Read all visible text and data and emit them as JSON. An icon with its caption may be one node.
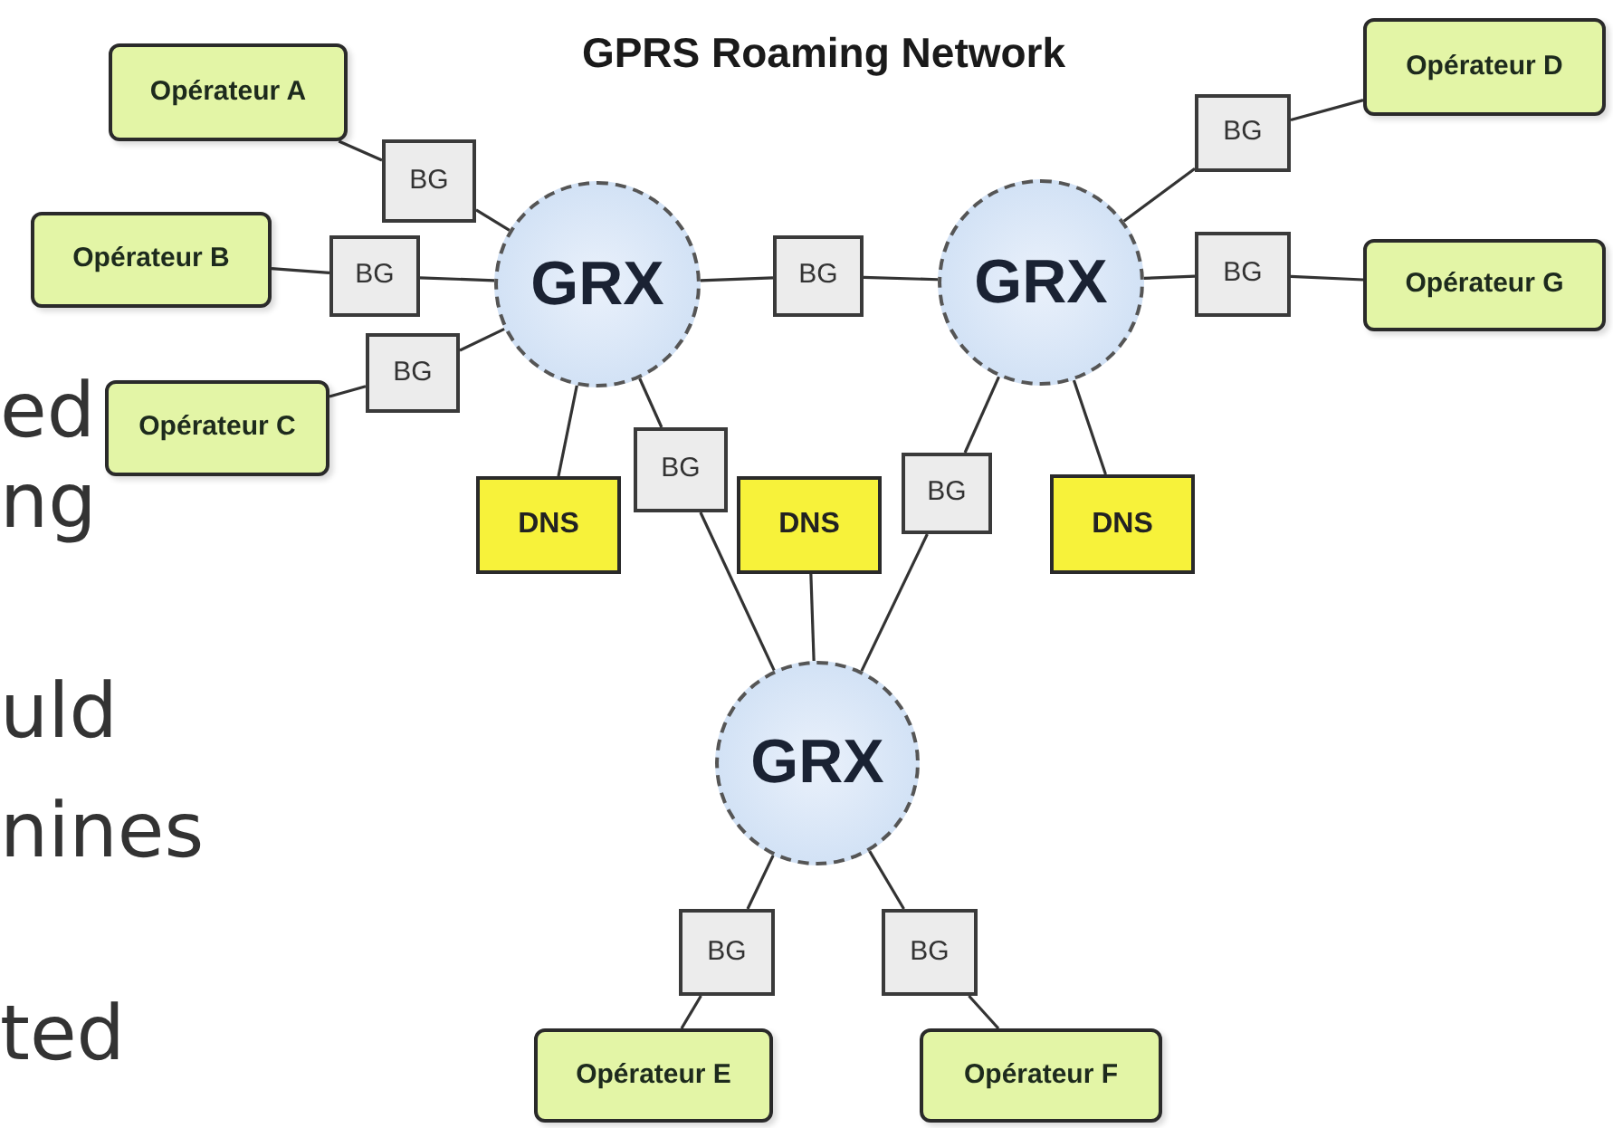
{
  "diagram": {
    "title": "GPRS Roaming Network",
    "nodes": [
      {
        "text": [
          "Opérateur A"
        ]
      },
      {
        "text": [
          "Opérateur D"
        ]
      },
      {
        "text": [
          "BG"
        ]
      },
      {
        "text": [
          "BG"
        ]
      },
      {
        "text": [
          "Opérateur B"
        ]
      },
      {
        "text": [
          "BG"
        ]
      },
      {
        "text": [
          "GRX"
        ]
      },
      {
        "text": [
          "BG"
        ]
      },
      {
        "text": [
          "GRX"
        ]
      },
      {
        "text": [
          "BG"
        ]
      },
      {
        "text": [
          "Opérateur G"
        ]
      },
      {
        "text": [
          "BG"
        ]
      },
      {
        "text": [
          "Opérateur C"
        ]
      },
      {
        "text": [
          "BG"
        ]
      },
      {
        "text": [
          "DNS"
        ]
      },
      {
        "text": [
          "DNS"
        ]
      },
      {
        "text": [
          "BG"
        ]
      },
      {
        "text": [
          "DNS"
        ]
      },
      {
        "text": [
          "GRX"
        ]
      },
      {
        "text": [
          "BG"
        ]
      },
      {
        "text": [
          "BG"
        ]
      },
      {
        "text": [
          "Opérateur E"
        ]
      },
      {
        "text": [
          "Opérateur F"
        ]
      }
    ],
    "edges": [
      {
        "from": 0,
        "to": 2,
        "arrow": "none"
      },
      {
        "from": 2,
        "to": 6,
        "arrow": "none"
      },
      {
        "from": 4,
        "to": 5,
        "arrow": "none"
      },
      {
        "from": 5,
        "to": 6,
        "arrow": "none"
      },
      {
        "from": 12,
        "to": 11,
        "arrow": "none"
      },
      {
        "from": 11,
        "to": 6,
        "arrow": "none"
      },
      {
        "from": 6,
        "to": 7,
        "arrow": "none"
      },
      {
        "from": 7,
        "to": 8,
        "arrow": "none"
      },
      {
        "from": 8,
        "to": 3,
        "arrow": "none"
      },
      {
        "from": 3,
        "to": 1,
        "arrow": "none"
      },
      {
        "from": 8,
        "to": 9,
        "arrow": "none"
      },
      {
        "from": 9,
        "to": 10,
        "arrow": "none"
      },
      {
        "from": 6,
        "to": 14,
        "arrow": "none"
      },
      {
        "from": 6,
        "to": 13,
        "arrow": "none"
      },
      {
        "from": 13,
        "to": 18,
        "arrow": "none"
      },
      {
        "from": 15,
        "to": 18,
        "arrow": "none"
      },
      {
        "from": 8,
        "to": 16,
        "arrow": "none"
      },
      {
        "from": 16,
        "to": 18,
        "arrow": "none"
      },
      {
        "from": 8,
        "to": 17,
        "arrow": "none"
      },
      {
        "from": 18,
        "to": 19,
        "arrow": "none"
      },
      {
        "from": 19,
        "to": 21,
        "arrow": "none"
      },
      {
        "from": 18,
        "to": 20,
        "arrow": "none"
      },
      {
        "from": 20,
        "to": 22,
        "arrow": "none"
      }
    ],
    "labels": [
      "ed",
      "ng",
      "uld",
      "nines",
      "ted"
    ]
  }
}
